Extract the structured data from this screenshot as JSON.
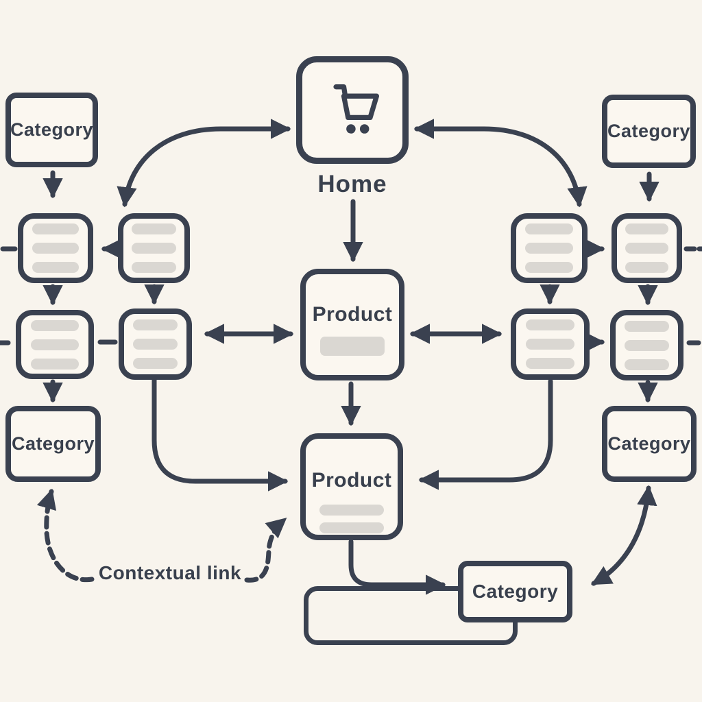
{
  "colors": {
    "background": "#f8f4ed",
    "line": "#3a4150",
    "placeholder_bar": "#dad7d2",
    "text": "#39404d"
  },
  "nodes": {
    "home": {
      "label": "Home",
      "icon": "shopping-cart-icon"
    },
    "product_main": {
      "label": "Product"
    },
    "product_detail": {
      "label": "Product"
    },
    "category_top_left": {
      "label": "Category"
    },
    "category_bottom_left": {
      "label": "Category"
    },
    "category_top_right": {
      "label": "Category"
    },
    "category_bottom_right": {
      "label": "Category"
    },
    "category_bottom_center": {
      "label": "Category"
    }
  },
  "annotations": {
    "contextual_link": "Contextual link"
  },
  "edges": [
    {
      "from": "category-top-left",
      "to": "listing-left-outer-top",
      "type": "arrow"
    },
    {
      "from": "home",
      "to": "listing-left-inner-top",
      "type": "double-arrow"
    },
    {
      "from": "home",
      "to": "listing-right-inner-top",
      "type": "double-arrow"
    },
    {
      "from": "category-top-right",
      "to": "listing-right-outer-top",
      "type": "arrow"
    },
    {
      "from": "home",
      "to": "product-main",
      "type": "arrow"
    },
    {
      "from": "listing-left-inner-top",
      "to": "listing-left-outer-top",
      "type": "arrow"
    },
    {
      "from": "listing-left-outer-top",
      "to": "listing-left-outer-bottom",
      "type": "arrow"
    },
    {
      "from": "listing-left-inner-top",
      "to": "listing-left-inner-bottom",
      "type": "arrow"
    },
    {
      "from": "listing-right-inner-top",
      "to": "listing-right-outer-top",
      "type": "arrow"
    },
    {
      "from": "listing-right-inner-top",
      "to": "listing-right-inner-bottom",
      "type": "arrow"
    },
    {
      "from": "listing-right-outer-top",
      "to": "listing-right-outer-bottom",
      "type": "arrow"
    },
    {
      "from": "product-main",
      "to": "listing-left-inner-bottom",
      "type": "double-arrow"
    },
    {
      "from": "product-main",
      "to": "listing-right-inner-bottom",
      "type": "double-arrow"
    },
    {
      "from": "listing-left-outer-bottom",
      "to": "category-bottom-left",
      "type": "arrow"
    },
    {
      "from": "listing-right-outer-bottom",
      "to": "category-bottom-right",
      "type": "arrow"
    },
    {
      "from": "product-main",
      "to": "product-detail",
      "type": "arrow"
    },
    {
      "from": "listing-left-inner-bottom",
      "to": "product-detail",
      "type": "arrow"
    },
    {
      "from": "listing-right-inner-bottom",
      "to": "product-detail",
      "type": "arrow"
    },
    {
      "from": "product-detail",
      "to": "category-bottom-center",
      "type": "arrow"
    },
    {
      "from": "category-bottom-right",
      "to": "category-bottom-center",
      "type": "double-arrow"
    },
    {
      "from": "contextual-link-label",
      "to": "category-bottom-left",
      "type": "dashed-arrow"
    },
    {
      "from": "contextual-link-label",
      "to": "product-detail",
      "type": "dashed-arrow"
    }
  ]
}
